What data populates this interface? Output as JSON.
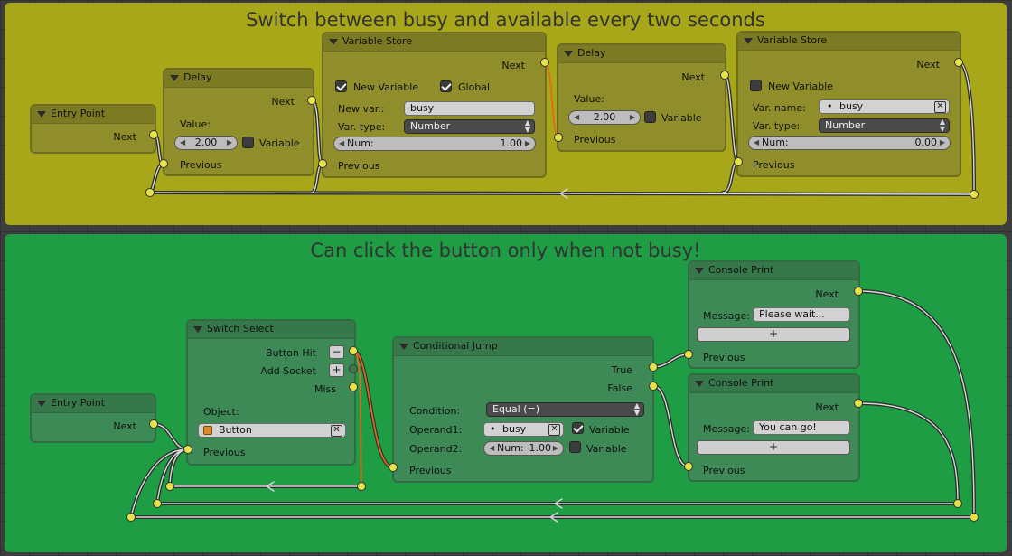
{
  "frames": {
    "top": {
      "title": "Switch between busy and available every two seconds",
      "color": "#a8a71a"
    },
    "bottom": {
      "title": "Can click the button only when not busy!",
      "color": "#1e9d44"
    }
  },
  "nodes": {
    "entry1": {
      "title": "Entry Point",
      "next": "Next"
    },
    "delay1": {
      "title": "Delay",
      "next": "Next",
      "value_label": "Value:",
      "value": "2.00",
      "variable": "Variable",
      "previous": "Previous"
    },
    "vs1": {
      "title": "Variable Store",
      "next": "Next",
      "new_variable": "New Variable",
      "new_variable_checked": true,
      "global": "Global",
      "global_checked": true,
      "new_var_label": "New var.:",
      "new_var_value": "busy",
      "var_type_label": "Var. type:",
      "var_type_value": "Number",
      "num_label": "Num:",
      "num_value": "1.00",
      "previous": "Previous"
    },
    "delay2": {
      "title": "Delay",
      "next": "Next",
      "value_label": "Value:",
      "value": "2.00",
      "variable": "Variable",
      "previous": "Previous"
    },
    "vs2": {
      "title": "Variable Store",
      "next": "Next",
      "new_variable": "New Variable",
      "new_variable_checked": false,
      "var_name_label": "Var. name:",
      "var_name_value": "busy",
      "var_type_label": "Var. type:",
      "var_type_value": "Number",
      "num_label": "Num:",
      "num_value": "0.00",
      "previous": "Previous"
    },
    "entry2": {
      "title": "Entry Point",
      "next": "Next"
    },
    "switch": {
      "title": "Switch Select",
      "button_hit": "Button Hit",
      "add_socket": "Add Socket",
      "miss": "Miss",
      "object_label": "Object:",
      "object_value": "Button",
      "previous": "Previous",
      "minus": "−",
      "plus": "+"
    },
    "cond": {
      "title": "Conditional Jump",
      "true_label": "True",
      "false_label": "False",
      "condition_label": "Condition:",
      "condition_value": "Equal (=)",
      "operand1_label": "Operand1:",
      "operand1_value": "busy",
      "variable": "Variable",
      "operand2_label": "Operand2:",
      "operand2_num_label": "Num:",
      "operand2_value": "1.00",
      "previous": "Previous"
    },
    "print1": {
      "title": "Console Print",
      "next": "Next",
      "message_label": "Message:",
      "message_value": "Please wait...",
      "add": "+",
      "previous": "Previous"
    },
    "print2": {
      "title": "Console Print",
      "next": "Next",
      "message_label": "Message:",
      "message_value": "You can go!",
      "add": "+",
      "previous": "Previous"
    }
  },
  "colors": {
    "wire": "#2b2b2b",
    "wire_highlight": "#d9d9d9",
    "wire_active": "#e2681f",
    "socket": "#e6e24a"
  }
}
